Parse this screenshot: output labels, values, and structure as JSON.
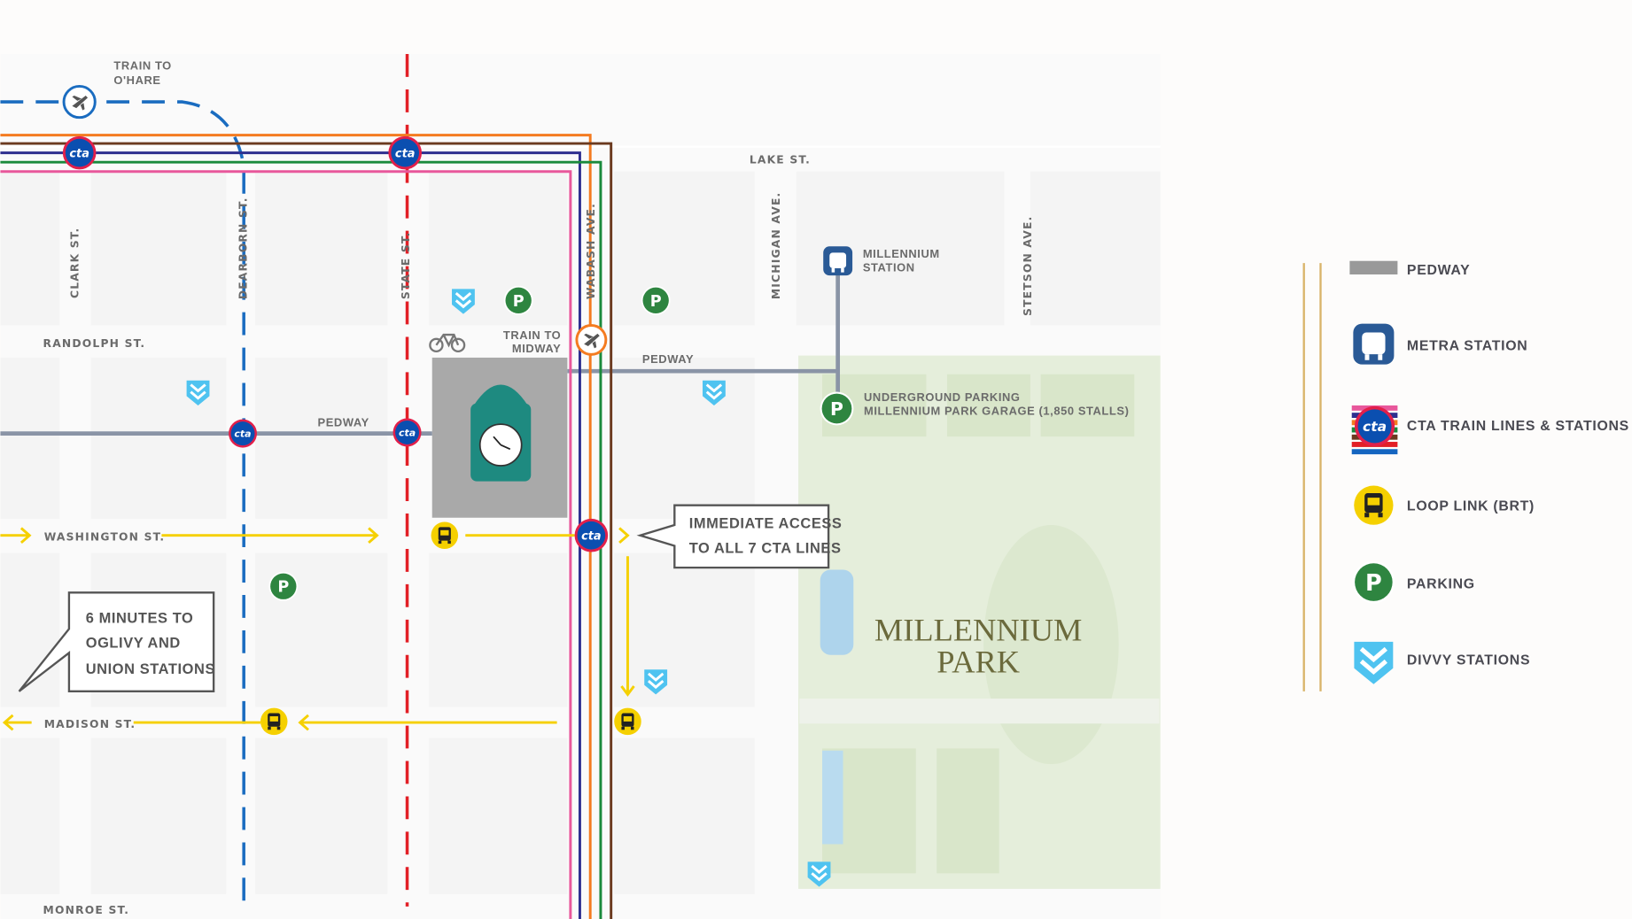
{
  "streets": {
    "lake": "LAKE ST.",
    "randolph": "RANDOLPH ST.",
    "washington": "WASHINGTON ST.",
    "madison": "MADISON ST.",
    "monroe": "MONROE ST.",
    "clark": "CLARK ST.",
    "dearborn": "DEARBORN ST.",
    "state": "STATE ST.",
    "wabash": "WABASH AVE.",
    "michigan": "MICHIGAN AVE.",
    "stetson": "STETSON AVE."
  },
  "labels": {
    "train_ohare_1": "TRAIN TO",
    "train_ohare_2": "O'HARE",
    "train_midway_1": "TRAIN TO",
    "train_midway_2": "MIDWAY",
    "pedway_1": "PEDWAY",
    "pedway_2": "PEDWAY",
    "millennium_station_1": "MILLENNIUM",
    "millennium_station_2": "STATION",
    "garage_1": "UNDERGROUND PARKING",
    "garage_2": "MILLENNIUM PARK GARAGE (1,850 STALLS)",
    "park_1": "MILLENNIUM",
    "park_2": "PARK",
    "cta_logo": "cta",
    "parking_glyph": "P"
  },
  "callouts": {
    "west": [
      "6 MINUTES TO",
      "OGLIVY AND",
      "UNION STATIONS"
    ],
    "east": [
      "IMMEDIATE ACCESS",
      "TO ALL 7 CTA LINES"
    ]
  },
  "legend": {
    "items": [
      {
        "icon": "pedway-bar-icon",
        "label": "PEDWAY"
      },
      {
        "icon": "metra-train-icon",
        "label": "METRA STATION"
      },
      {
        "icon": "cta-logo-icon",
        "label": "CTA TRAIN LINES & STATIONS"
      },
      {
        "icon": "bus-icon",
        "label": "LOOP LINK (BRT)"
      },
      {
        "icon": "parking-icon",
        "label": "PARKING"
      },
      {
        "icon": "divvy-icon",
        "label": "DIVVY STATIONS"
      }
    ]
  },
  "colors": {
    "cta_orange": "#f47b20",
    "cta_brown": "#6b3a1f",
    "cta_purple": "#2e2f8f",
    "cta_green": "#1a8a3c",
    "cta_pink": "#e8579b",
    "cta_blue": "#1565c0",
    "cta_red": "#e21f26",
    "pedway": "#8a94a6",
    "loop_link": "#f5d000",
    "parking": "#2e8540",
    "divvy": "#4fc3f0",
    "metra": "#2a5a96",
    "park": "#e5eedb",
    "legend_rule": "#d9b46a"
  }
}
